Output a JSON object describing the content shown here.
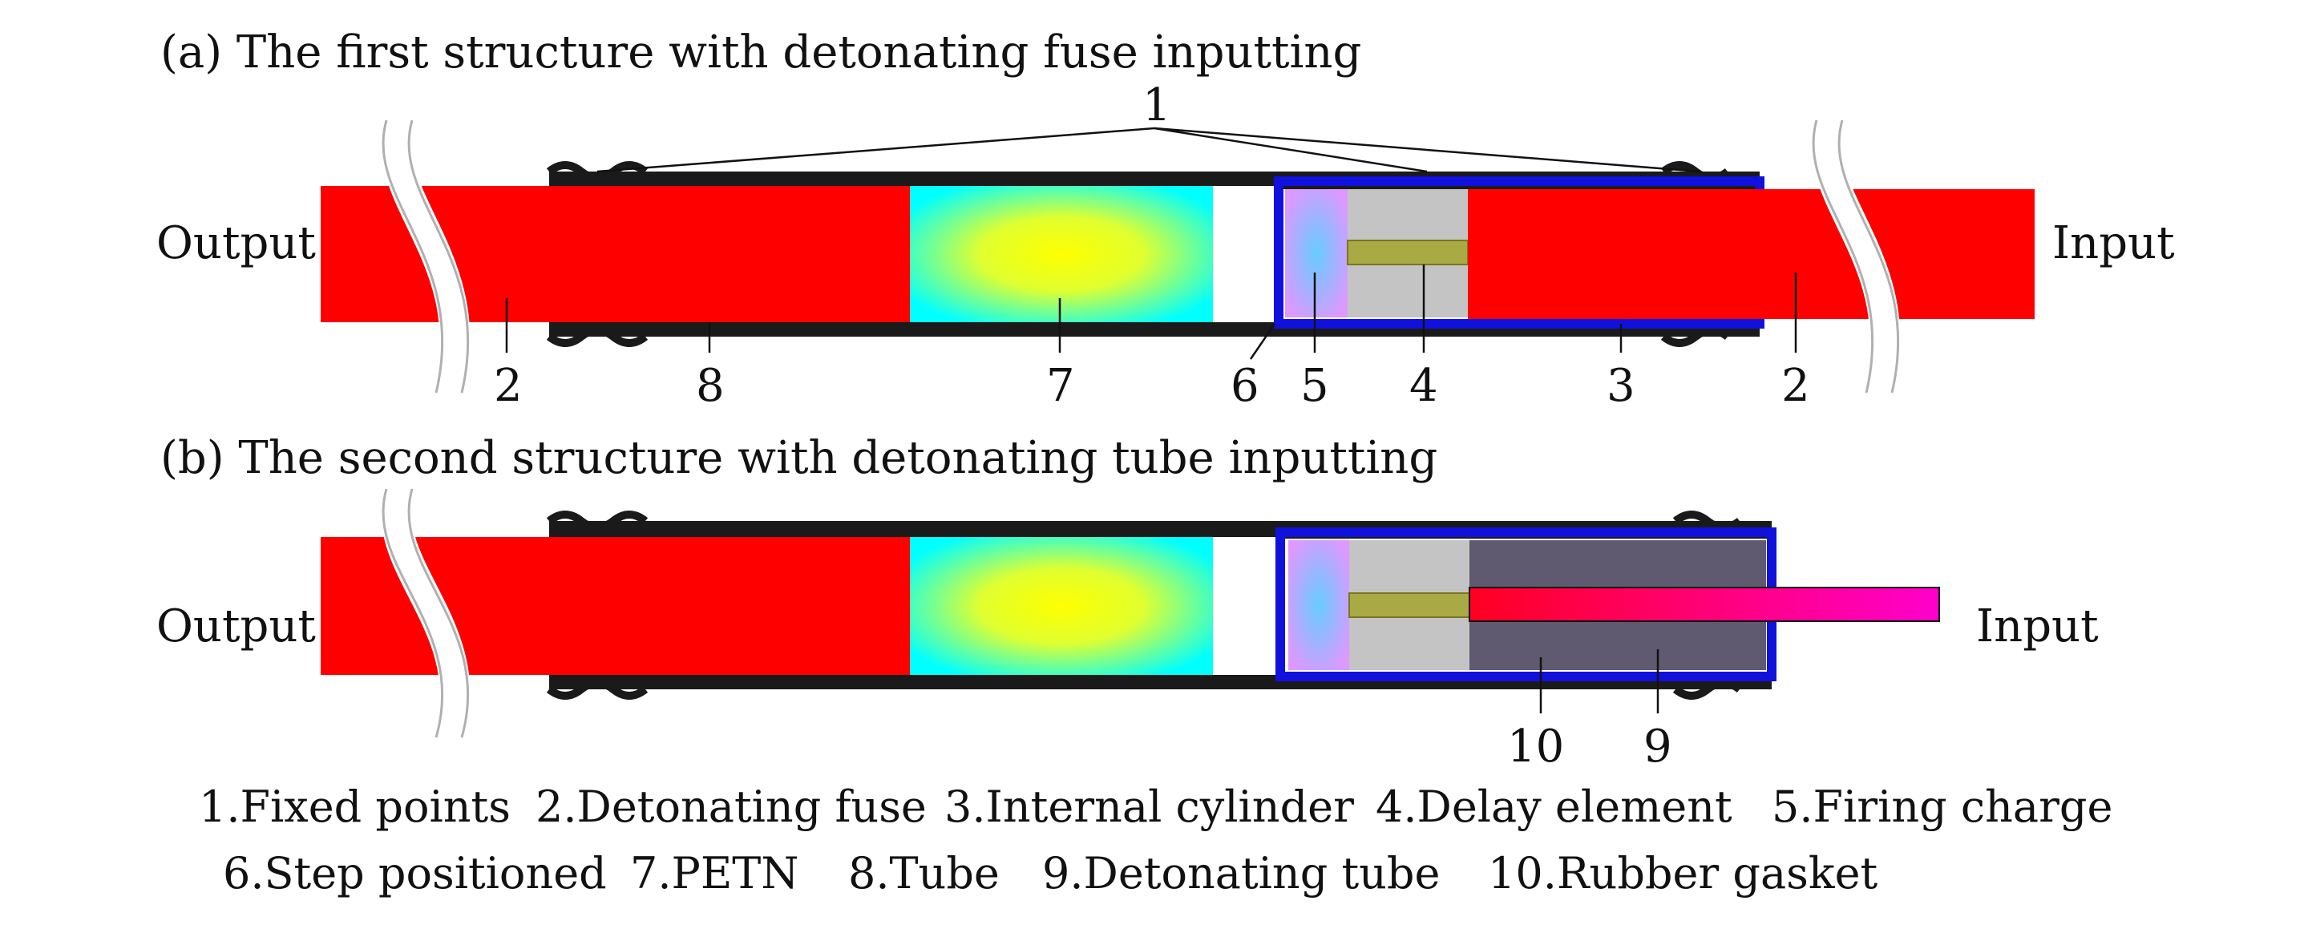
{
  "panel_a": {
    "caption": "(a) The first structure with detonating fuse inputting",
    "output_label": "Output",
    "input_label": "Input",
    "labels": {
      "fixed_points": "1",
      "fuse_left": "2",
      "tube": "8",
      "petn": "7",
      "step": "6",
      "firing": "5",
      "delay": "4",
      "cylinder": "3",
      "fuse_right": "2"
    }
  },
  "panel_b": {
    "caption": "(b) The second structure with detonating tube inputting",
    "output_label": "Output",
    "input_label": "Input",
    "labels": {
      "gasket": "10",
      "det_tube": "9"
    }
  },
  "legend": [
    [
      "1.Fixed points",
      "2.Detonating fuse",
      "3.Internal cylinder",
      "4.Delay element",
      "5.Firing charge"
    ],
    [
      "6.Step positioned",
      "7.PETN",
      "8.Tube",
      "9.Detonating tube",
      "10.Rubber gasket"
    ]
  ],
  "colors": {
    "fuse": "#ff0000",
    "shell": "#1a1a1a",
    "inner_cylinder": "#1111dd",
    "petn_center": "#ffff00",
    "petn_edge": "#00ffff",
    "delay": "#aaaa44",
    "delay_bg": "#c4c4c4",
    "firing_center": "#66ccff",
    "firing_edge": "#dd99ff",
    "det_tube": "#555566",
    "tube_gradient_start": "#ff0022",
    "tube_gradient_end": "#ff00cc"
  }
}
